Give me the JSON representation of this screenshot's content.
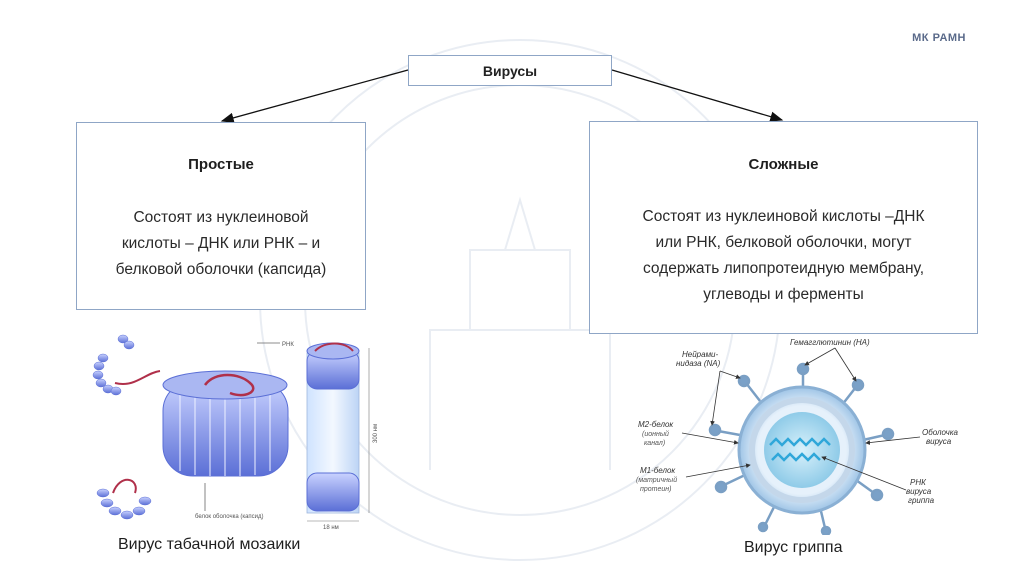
{
  "brand": "МК РАМН",
  "root": {
    "title": "Вирусы"
  },
  "left": {
    "title": "Простые",
    "description": "Состоят из нуклеиновой кислоты – ДНК или РНК – и белковой оболочки (капсида)",
    "lines": [
      "Состоят из нуклеиновой",
      "кислоты – ДНК или РНК – и",
      "белковой оболочки (капсида)"
    ]
  },
  "right": {
    "title": "Сложные",
    "description": "Состоят из нуклеиновой кислоты –ДНК или РНК, белковой оболочки, могут содержать липопротеидную мембрану, углеводы и ферменты",
    "lines": [
      "Состоят из нуклеиновой кислоты –ДНК",
      "или РНК, белковой оболочки, могут",
      "содержать липопротеидную мембрану,",
      "углеводы и ферменты"
    ]
  },
  "tmv": {
    "caption": "Вирус табачной мозаики",
    "labels": {
      "rna": "РНК",
      "capsid": "белок   оболочка (капсид)",
      "length": "300 нм",
      "width": "18 нм"
    }
  },
  "flu": {
    "caption": "Вирус гриппа",
    "labels": {
      "ha": "Гемагглютинин (HA)",
      "na1": "Нейрами-",
      "na2": "нидаза (NA)",
      "m2a": "М2-белок",
      "m2b": "(ионный",
      "m2c": "канал)",
      "m1a": "М1-белок",
      "m1b": "(матричный",
      "m1c": "протеин)",
      "env1": "Оболочка",
      "env2": "вируса",
      "rna1": "РНК",
      "rna2": "вируса",
      "rna3": "гриппа"
    }
  },
  "colors": {
    "box_border": "#8fa6c6",
    "capsid": "#7d8fe0",
    "rna": "#b0304a",
    "flu_core": "#3fa9d8"
  }
}
